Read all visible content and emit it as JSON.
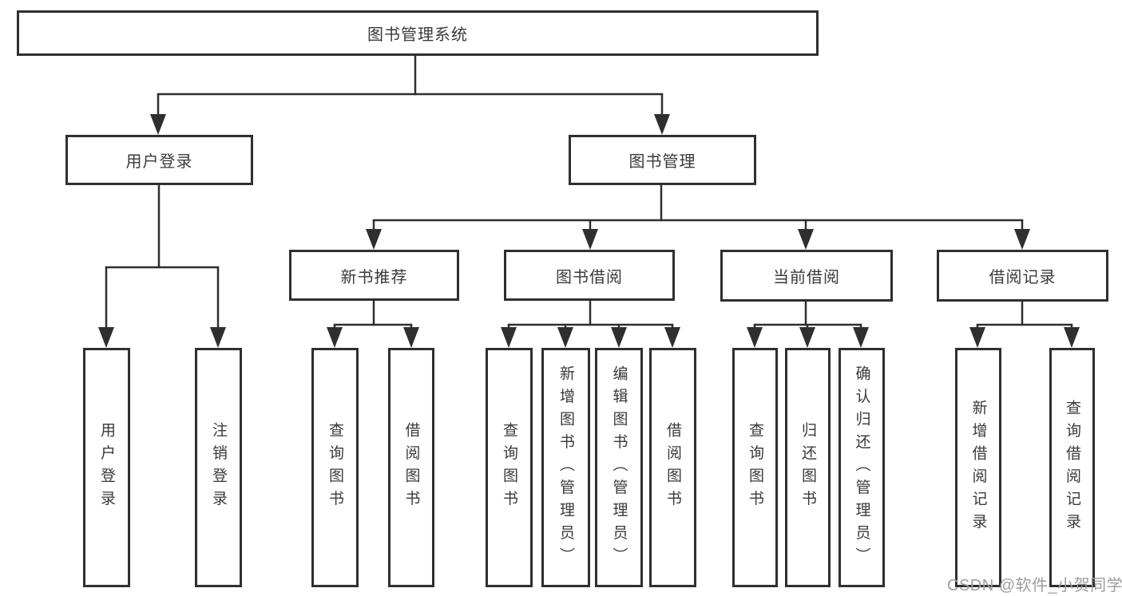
{
  "title": "图书管理系统",
  "watermark": "CSDN @软件_小贺同学",
  "colors": {
    "line": "#2f2f2f",
    "box_border": "#2f2f2f",
    "text": "#3a3a3a",
    "watermark": "#9e9e9e",
    "background": "#ffffff"
  },
  "nodes": {
    "root": "图书管理系统",
    "user_login": "用户登录",
    "book_mgmt": "图书管理",
    "new_book_rec": "新书推荐",
    "book_borrow": "图书借阅",
    "current_borrow": "当前借阅",
    "borrow_record": "借阅记录",
    "leaf_user_login": "用户登录",
    "leaf_logout": "注销登录",
    "leaf_nb_query": "查询图书",
    "leaf_nb_borrow": "借阅图书",
    "leaf_bb_query": "查询图书",
    "leaf_bb_add": "新增图书（管理员）",
    "leaf_bb_edit": "编辑图书（管理员）",
    "leaf_bb_borrow": "借阅图书",
    "leaf_cb_query": "查询图书",
    "leaf_cb_return": "归还图书",
    "leaf_cb_confirm": "确认归还（管理员）",
    "leaf_br_add": "新增借阅记录",
    "leaf_br_query": "查询借阅记录"
  },
  "tree": {
    "图书管理系统": {
      "用户登录": [
        "用户登录",
        "注销登录"
      ],
      "图书管理": {
        "新书推荐": [
          "查询图书",
          "借阅图书"
        ],
        "图书借阅": [
          "查询图书",
          "新增图书（管理员）",
          "编辑图书（管理员）",
          "借阅图书"
        ],
        "当前借阅": [
          "查询图书",
          "归还图书",
          "确认归还（管理员）"
        ],
        "借阅记录": [
          "新增借阅记录",
          "查询借阅记录"
        ]
      }
    }
  }
}
